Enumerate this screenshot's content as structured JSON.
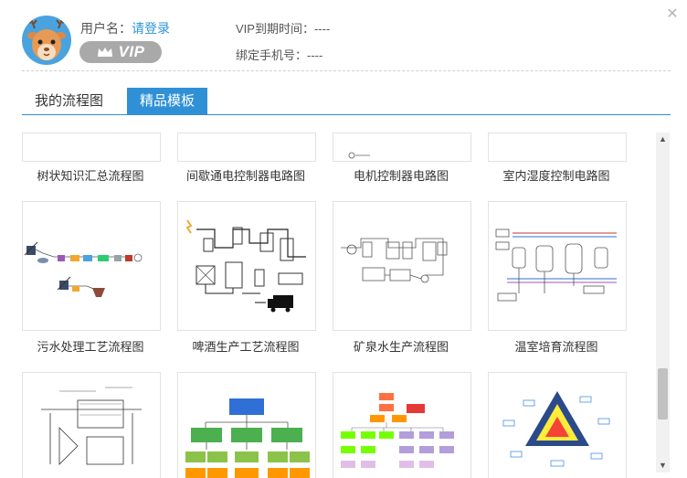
{
  "user": {
    "username_label": "用户名：",
    "login_link": "请登录",
    "vip_label": "VIP",
    "vip_expiry_label": "VIP到期时间：----",
    "phone_label": "绑定手机号：----"
  },
  "tabs": [
    {
      "label": "我的流程图",
      "active": false
    },
    {
      "label": "精品模板",
      "active": true
    }
  ],
  "templates": {
    "row1": [
      "树状知识汇总流程图",
      "间歇通电控制器电路图",
      "电机控制器电路图",
      "室内湿度控制电路图"
    ],
    "row2": [
      "污水处理工艺流程图",
      "啤酒生产工艺流程图",
      "矿泉水生产流程图",
      "温室培育流程图"
    ]
  },
  "colors": {
    "accent": "#2f90d6",
    "link": "#2b95d6",
    "vip_badge": "#a9a9a9"
  },
  "icons": {
    "close": "close-icon",
    "crown": "crown-icon",
    "scroll_up": "scroll-up-arrow-icon",
    "scroll_down": "scroll-down-arrow-icon"
  }
}
